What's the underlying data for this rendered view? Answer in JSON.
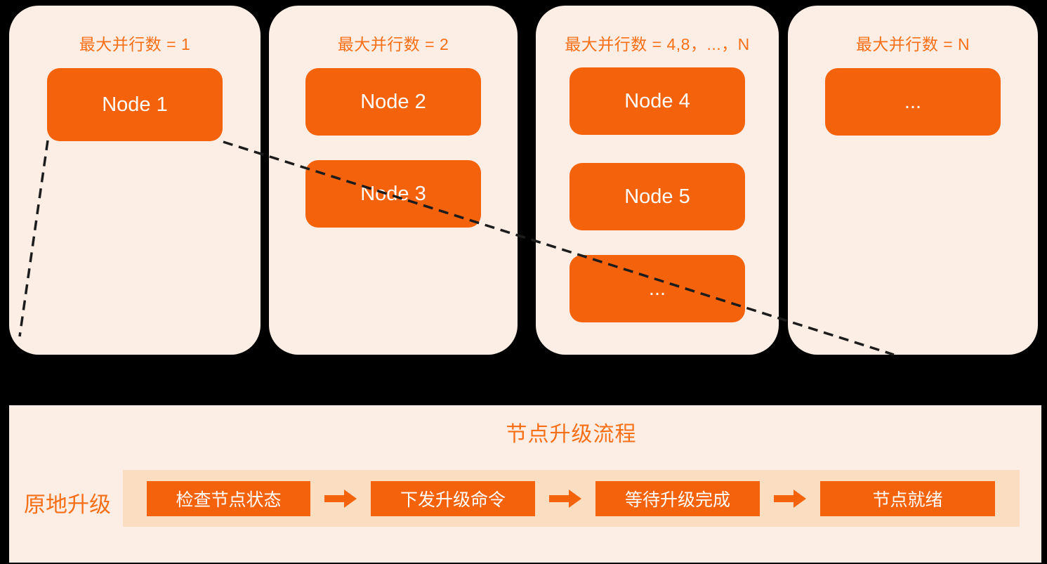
{
  "colors": {
    "background": "#000000",
    "panel_background": "#FCEEE4",
    "strip_background": "#FBDDC2",
    "accent_orange": "#F5620C",
    "accent_text_orange": "#F76F17",
    "node_text": "#FFFFFF",
    "dashed_line": "#1C1C1C"
  },
  "panels": [
    {
      "title": "最大并行数 = 1",
      "nodes": [
        "Node 1"
      ]
    },
    {
      "title": "最大并行数 = 2",
      "nodes": [
        "Node 2",
        "Node 3"
      ]
    },
    {
      "title": "最大并行数 = 4,8，...，N",
      "nodes": [
        "Node 4",
        "Node 5",
        "..."
      ]
    },
    {
      "title": "最大并行数 = N",
      "nodes": [
        "..."
      ]
    }
  ],
  "process": {
    "title": "节点升级流程",
    "row_label": "原地升级",
    "steps": [
      "检查节点状态",
      "下发升级命令",
      "等待升级完成",
      "节点就绪"
    ]
  }
}
